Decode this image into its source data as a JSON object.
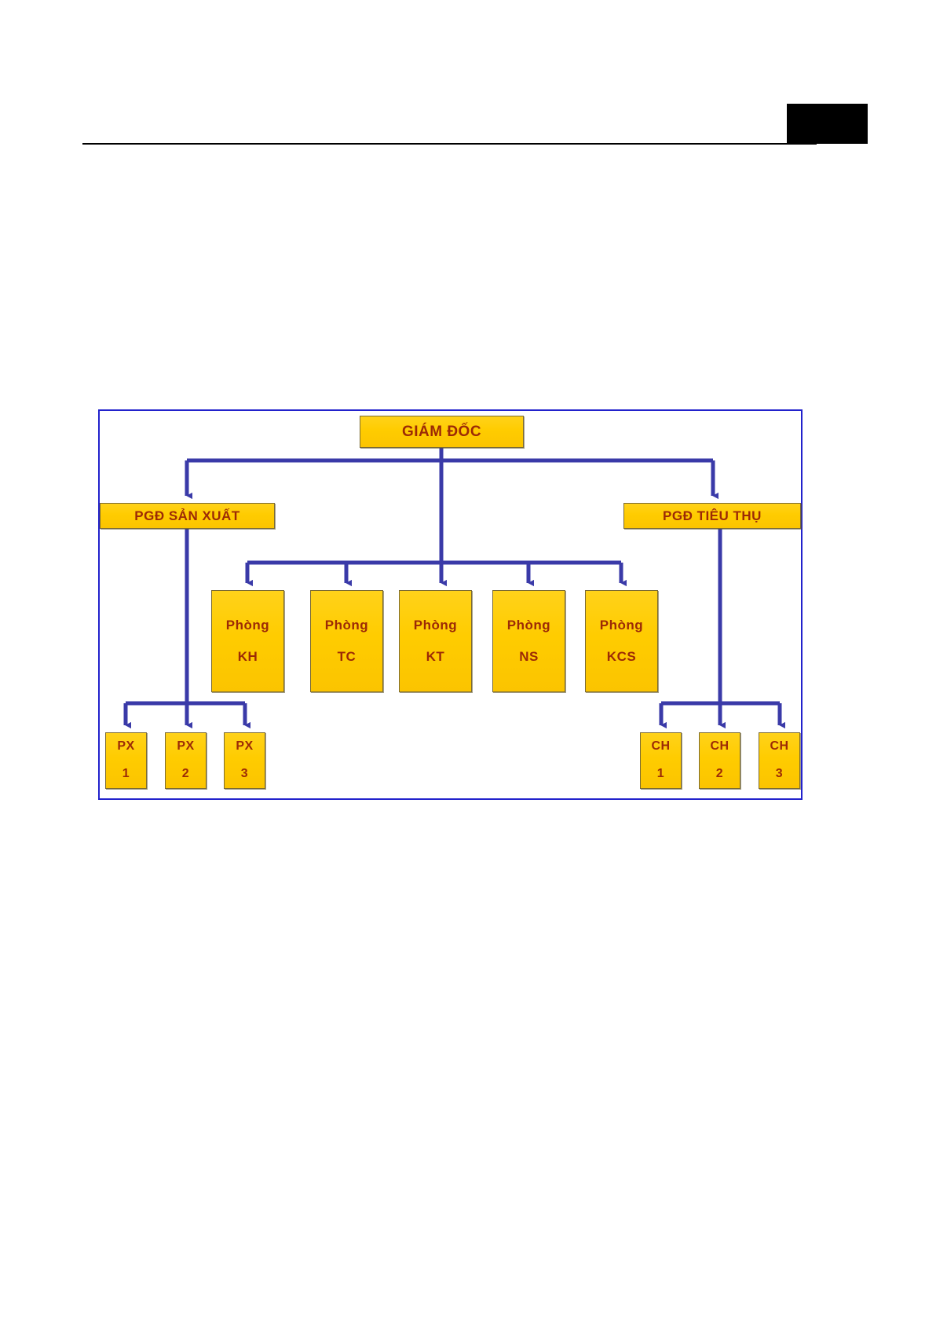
{
  "page": {
    "background_color": "#FFFFFF",
    "header": {
      "redaction_block": "",
      "rule": ""
    }
  },
  "diagram": {
    "type": "organization-chart",
    "title": "",
    "colors": {
      "frame_border": "#2222CC",
      "node_fill": "#FFCC00",
      "node_border": "#7A6A33",
      "node_text": "#9C2A06",
      "connector": "#3A3AA8"
    },
    "nodes": {
      "director": {
        "label": "GIÁM ĐỐC"
      },
      "deputy_production": {
        "label": "PGĐ SẢN XUẤT"
      },
      "deputy_sales": {
        "label": "PGĐ TIÊU THỤ"
      },
      "departments": [
        {
          "line1": "Phòng",
          "line2": "KH"
        },
        {
          "line1": "Phòng",
          "line2": "TC"
        },
        {
          "line1": "Phòng",
          "line2": "KT"
        },
        {
          "line1": "Phòng",
          "line2": "NS"
        },
        {
          "line1": "Phòng",
          "line2": "KCS"
        }
      ],
      "workshops": [
        {
          "line1": "PX",
          "line2": "1"
        },
        {
          "line1": "PX",
          "line2": "2"
        },
        {
          "line1": "PX",
          "line2": "3"
        }
      ],
      "shops": [
        {
          "line1": "CH",
          "line2": "1"
        },
        {
          "line1": "CH",
          "line2": "2"
        },
        {
          "line1": "CH",
          "line2": "3"
        }
      ]
    }
  }
}
